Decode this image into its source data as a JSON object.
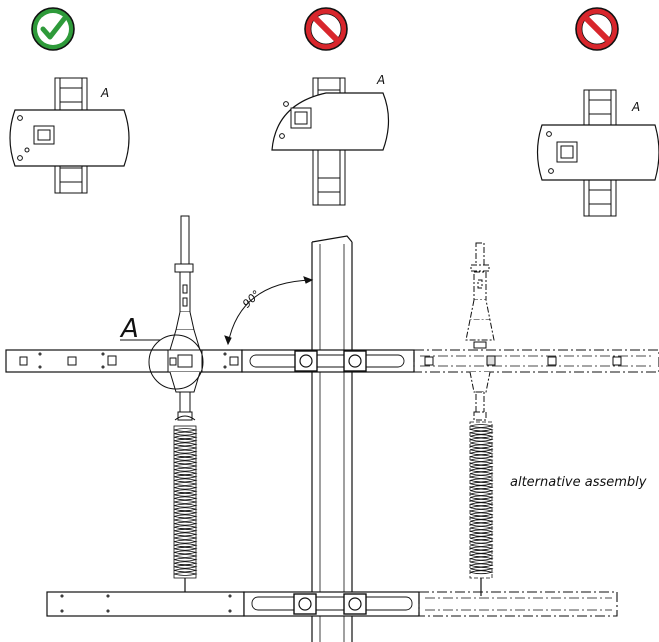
{
  "indicators": [
    {
      "status": "correct",
      "icon": "check-circle-icon",
      "color": "#2e9a3a"
    },
    {
      "status": "incorrect",
      "icon": "prohibited-icon",
      "color": "#d8262c"
    },
    {
      "status": "incorrect",
      "icon": "prohibited-icon",
      "color": "#d8262c"
    }
  ],
  "detail_labels": [
    "A",
    "A",
    "A"
  ],
  "main": {
    "detail_marker": "A",
    "angle_label": "90°",
    "caption": "alternative assembly"
  }
}
